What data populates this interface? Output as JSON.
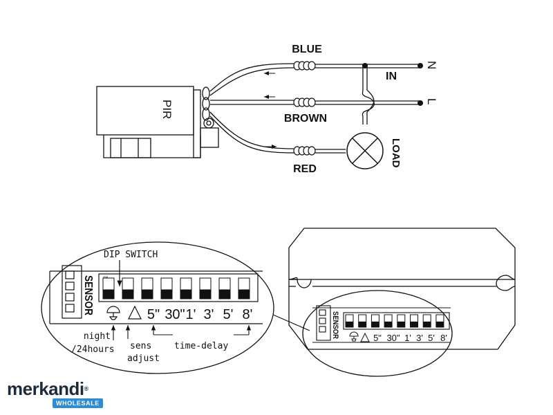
{
  "wiring": {
    "device_label": "PIR",
    "wire_blue": "BLUE",
    "wire_brown": "BROWN",
    "wire_red": "RED",
    "input_label": "IN",
    "neutral_symbol": "N",
    "live_symbol": "L",
    "load_label": "LOAD"
  },
  "detail": {
    "dip_switch_label": "DIP SWITCH",
    "on_marker": "ON",
    "sensor_label": "SENSOR",
    "timings": [
      "5\"",
      "30\"",
      "1'",
      "3'",
      "5'",
      "8'"
    ],
    "night_label_1": "night",
    "night_label_2": "/24hours",
    "sens_label_1": "sens",
    "sens_label_2": "adjust",
    "time_delay_label": "time-delay"
  },
  "module": {
    "sensor_label": "SENSOR",
    "timings": [
      "5\"",
      "30\"",
      "1'",
      "3'",
      "5'",
      "8'"
    ]
  },
  "watermark": {
    "brand": "merkandi",
    "badge": "WHOLESALE"
  }
}
